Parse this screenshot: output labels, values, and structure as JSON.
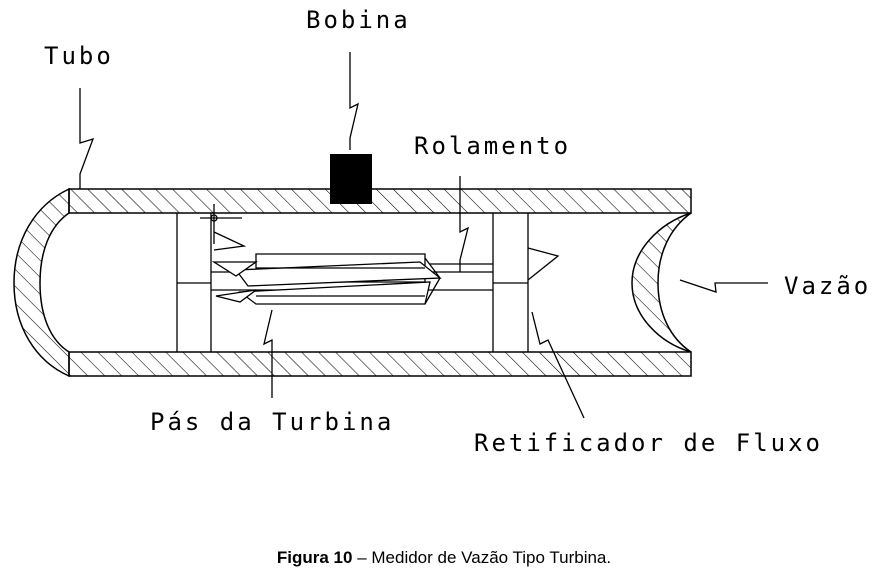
{
  "labels": {
    "bobina": "Bobina",
    "tubo": "Tubo",
    "rolamento": "Rolamento",
    "vazao": "Vazão",
    "pas": "Pás da Turbina",
    "retificador": "Retificador de Fluxo"
  },
  "caption": {
    "figure": "Figura 10",
    "text": " – Medidor de Vazão Tipo Turbina."
  },
  "colors": {
    "ink": "#000000",
    "background": "#ffffff"
  }
}
